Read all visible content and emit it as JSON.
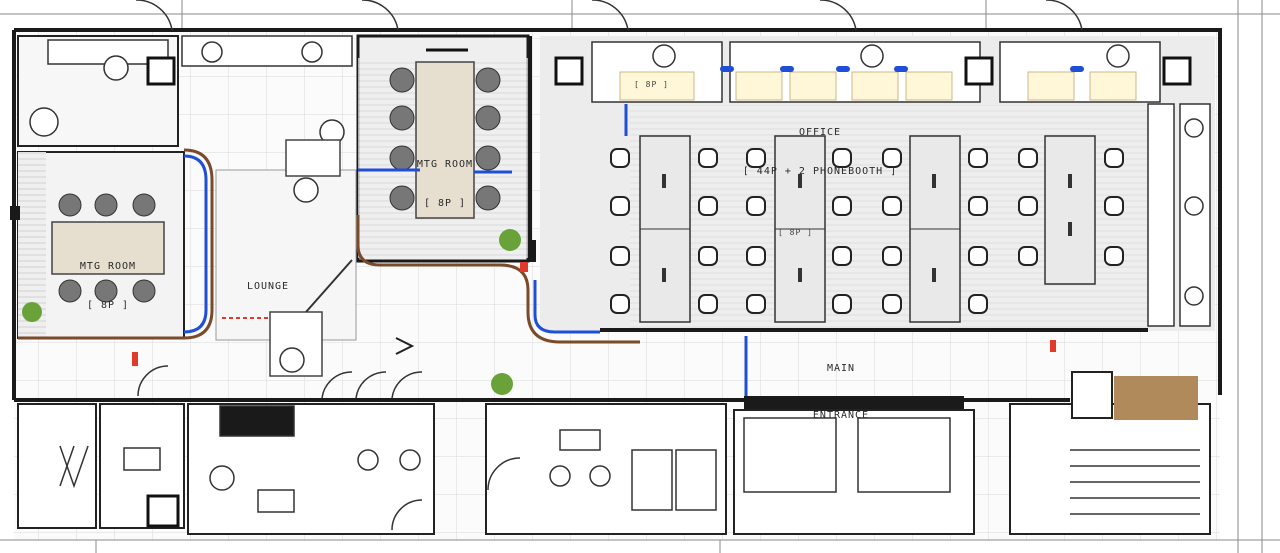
{
  "rooms": {
    "mtg_room_left": {
      "name": "MTG ROOM",
      "capacity": "[ 8P ]"
    },
    "mtg_room_center": {
      "name": "MTG ROOM",
      "capacity": "[ 8P ]"
    },
    "lounge": {
      "name": "LOUNGE"
    },
    "office": {
      "name": "OFFICE",
      "detail": "[ 44P + 2 PHONEBOOTH ]"
    },
    "main_entrance": {
      "line1": "MAIN",
      "line2": "ENTRANCE"
    }
  },
  "tags": {
    "phonebooth_tag": "[ 8P ]",
    "desk_tag": "[ 8P ]"
  },
  "colors": {
    "wall": "#1a1a1a",
    "partition_blue": "#1f4fd6",
    "marker_red": "#e23a2a",
    "floor_tile_grid": "#d7d7d7",
    "meeting_table": "#e6dfd0",
    "chair_gray": "#6f6f6f",
    "office_floor": "#e9e9e9",
    "lounge_curve": "#7a4a2a",
    "planter_green": "#6aa23a",
    "wood_storage": "#b08a5a"
  }
}
